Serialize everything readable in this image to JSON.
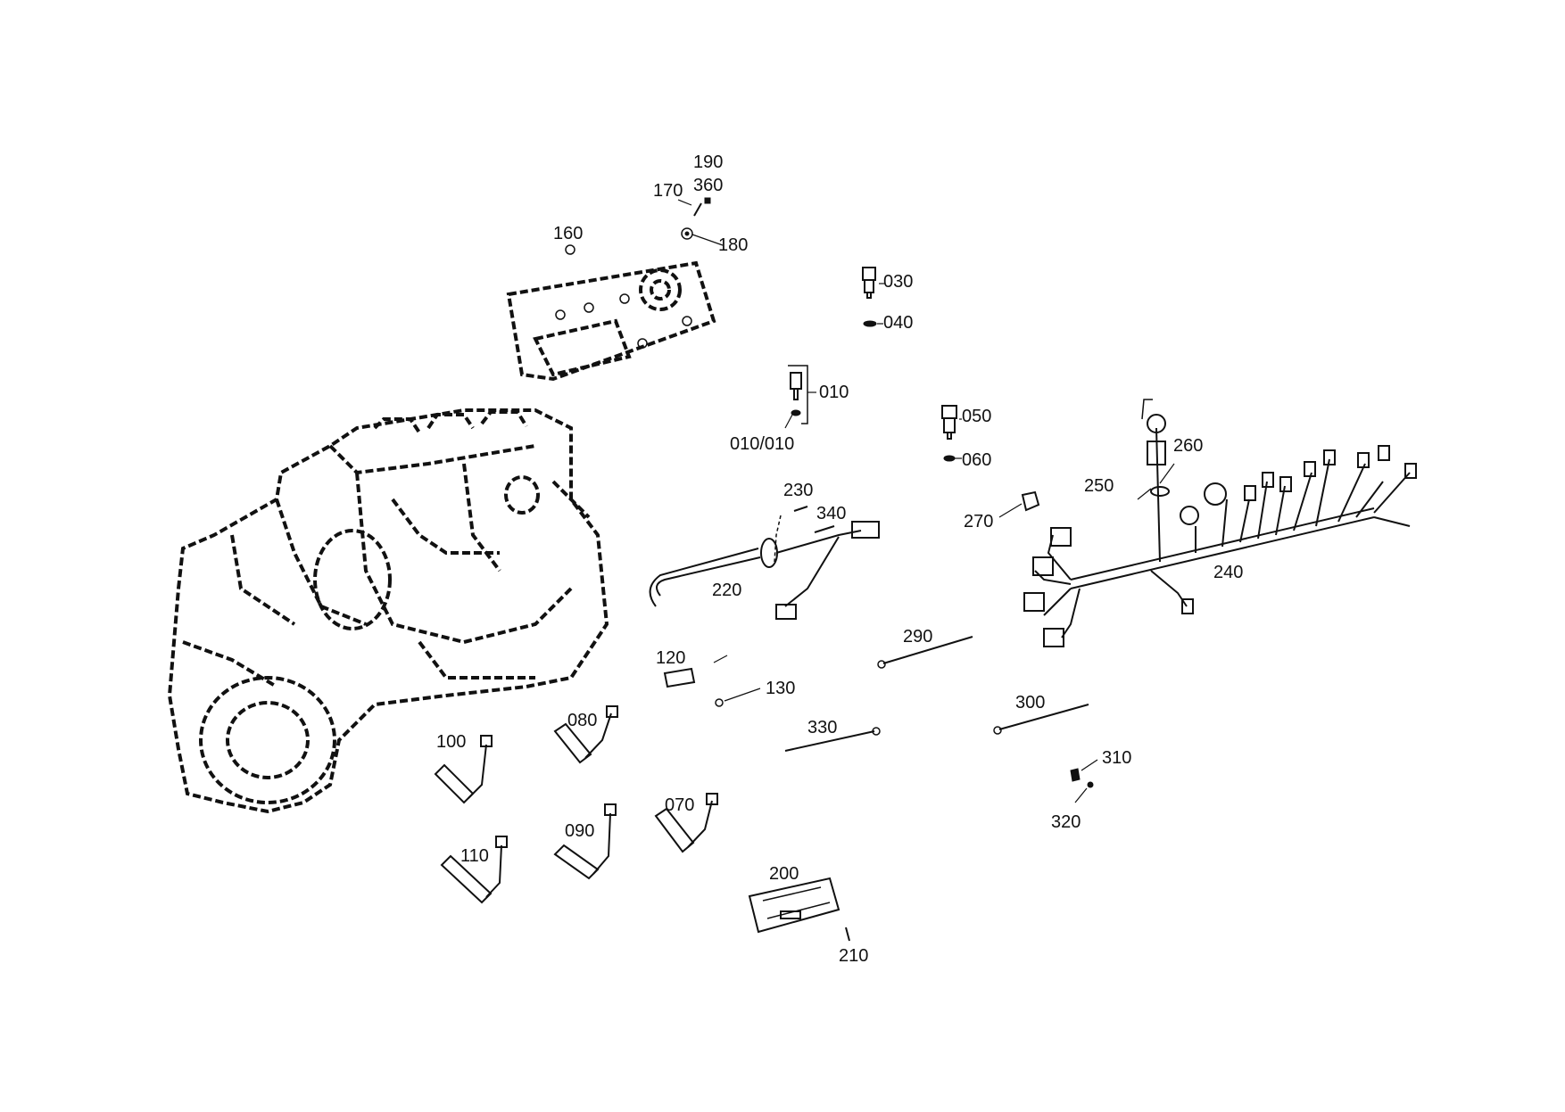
{
  "diagram": {
    "callouts": {
      "c190": "190",
      "c360": "360",
      "c170": "170",
      "c160": "160",
      "c180": "180",
      "c030": "030",
      "c040": "040",
      "c010": "010",
      "c010_010": "010/010",
      "c050": "050",
      "c060": "060",
      "c260": "260",
      "c250": "250",
      "c270": "270",
      "c230": "230",
      "c340": "340",
      "c220": "220",
      "c240": "240",
      "c290": "290",
      "c120": "120",
      "c130": "130",
      "c300": "300",
      "c080": "080",
      "c330": "330",
      "c100": "100",
      "c310": "310",
      "c320": "320",
      "c070": "070",
      "c090": "090",
      "c110": "110",
      "c200": "200",
      "c210": "210"
    }
  }
}
